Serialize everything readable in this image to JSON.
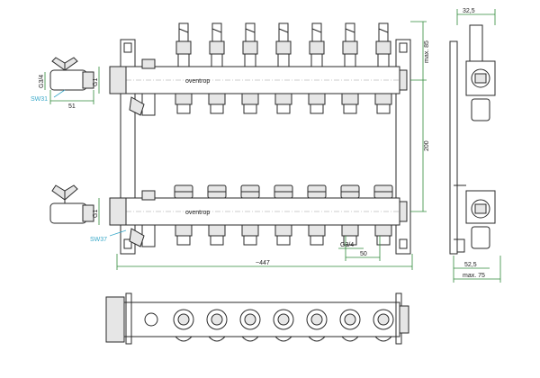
{
  "dimensions": {
    "width_total": "~447",
    "spacing": "50",
    "height_between_bars": "200",
    "height_top": "max. 85",
    "thread_main": "G1",
    "thread_outlet": "G3/4",
    "ball_valve_length": "51",
    "side_depth": "32,5",
    "side_bottom": "52,5",
    "side_max": "max. 75"
  },
  "wrench_sizes": {
    "top": "SW31",
    "bottom": "SW37"
  },
  "brand": "oventrop",
  "counts": {
    "circuits": 7
  },
  "colors": {
    "lines": "#2a2a2a",
    "dimension": "#2f8a3a",
    "label": "#3aa9c9"
  }
}
